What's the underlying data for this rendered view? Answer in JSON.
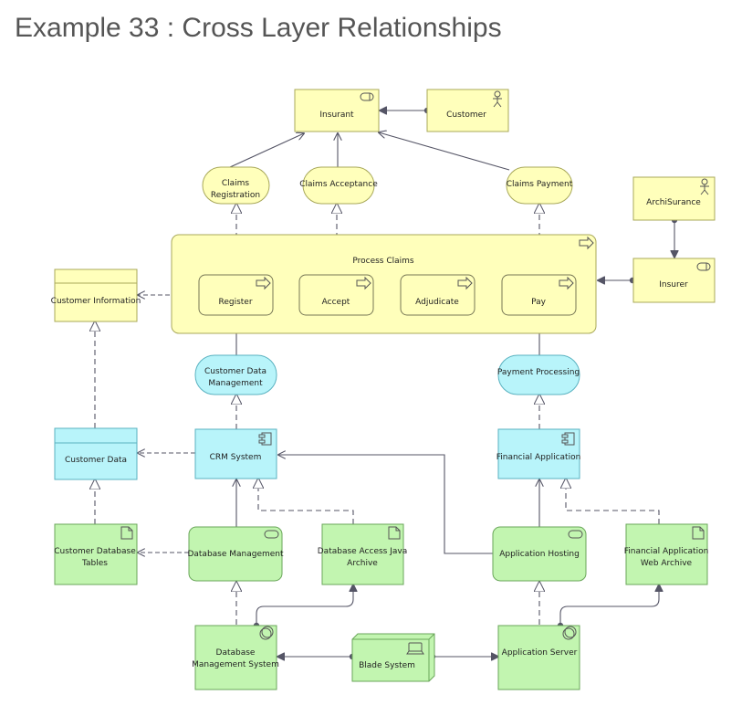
{
  "title": "Example 33 :  Cross Layer Relationships",
  "colors": {
    "business": "#ffffbb",
    "business_stroke": "#c9c96a",
    "application": "#b8f4fa",
    "application_stroke": "#5ab2c0",
    "technology": "#c2f5b0",
    "technology_stroke": "#6aa65a",
    "connector": "#555566"
  },
  "nodes": {
    "insurant": "Insurant",
    "customer": "Customer",
    "claims_registration": [
      "Claims",
      "Registration"
    ],
    "claims_acceptance": "Claims Acceptance",
    "claims_payment": "Claims Payment",
    "archisurance": "ArchiSurance",
    "process_claims": "Process Claims",
    "register": "Register",
    "accept": "Accept",
    "adjudicate": "Adjudicate",
    "pay": "Pay",
    "insurer": "Insurer",
    "customer_information": "Customer Information",
    "customer_data_management": [
      "Customer Data",
      "Management"
    ],
    "payment_processing": "Payment Processing",
    "customer_data": "Customer Data",
    "crm_system": "CRM System",
    "financial_application": "Financial Application",
    "customer_database_tables": [
      "Customer Database",
      "Tables"
    ],
    "database_management": "Database Management",
    "database_access_java_archive": [
      "Database Access Java",
      "Archive"
    ],
    "application_hosting": "Application Hosting",
    "financial_application_web_archive": [
      "Financial Application",
      "Web Archive"
    ],
    "database_management_system": [
      "Database",
      "Management System"
    ],
    "blade_system": "Blade System",
    "application_server": "Application Server"
  }
}
